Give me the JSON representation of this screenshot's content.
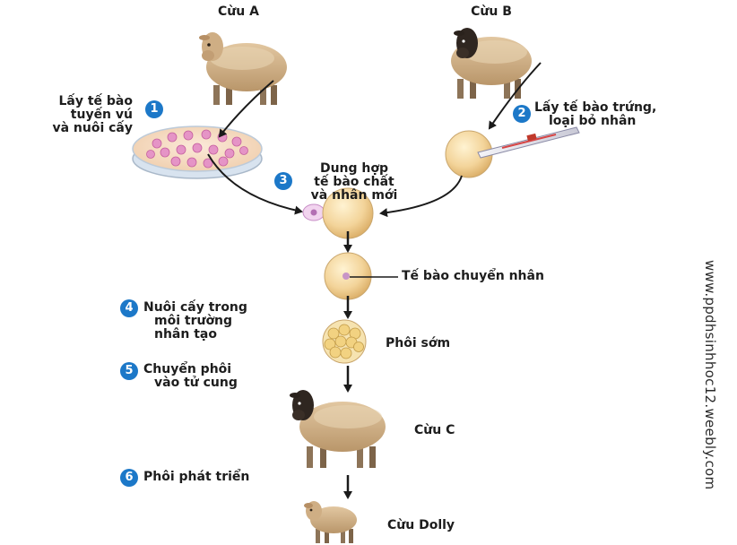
{
  "sheep_a_label": "Cừu A",
  "sheep_b_label": "Cừu B",
  "step1": {
    "number": "1",
    "lines": [
      "Lấy tế bào",
      "tuyến vú",
      "và nuôi cấy"
    ]
  },
  "step2": {
    "number": "2",
    "lines": [
      "Lấy tế bào trứng,",
      "loại bỏ nhân"
    ]
  },
  "step3": {
    "number": "3",
    "lines": [
      "Dung hợp",
      "tế bào chất",
      "và nhân mới"
    ]
  },
  "transgenic_cell_label": "Tế bào chuyển nhân",
  "step4": {
    "number": "4",
    "lines": [
      "Nuôi cấy trong",
      "môi trường",
      "nhân tạo"
    ]
  },
  "early_embryo_label": "Phôi sớm",
  "step5": {
    "number": "5",
    "lines": [
      "Chuyển phôi",
      "vào tử cung"
    ]
  },
  "sheep_c_label": "Cừu C",
  "step6": {
    "number": "6",
    "lines": [
      "Phôi phát triển"
    ]
  },
  "dolly_label": "Cừu Dolly",
  "watermark": "www.ppdhsinhhoc12.weebly.com",
  "colors": {
    "badge": "#1c78c8",
    "fleece": "#d3b48c",
    "cell": "#f3d49a",
    "arrow": "#1a1a1a"
  }
}
